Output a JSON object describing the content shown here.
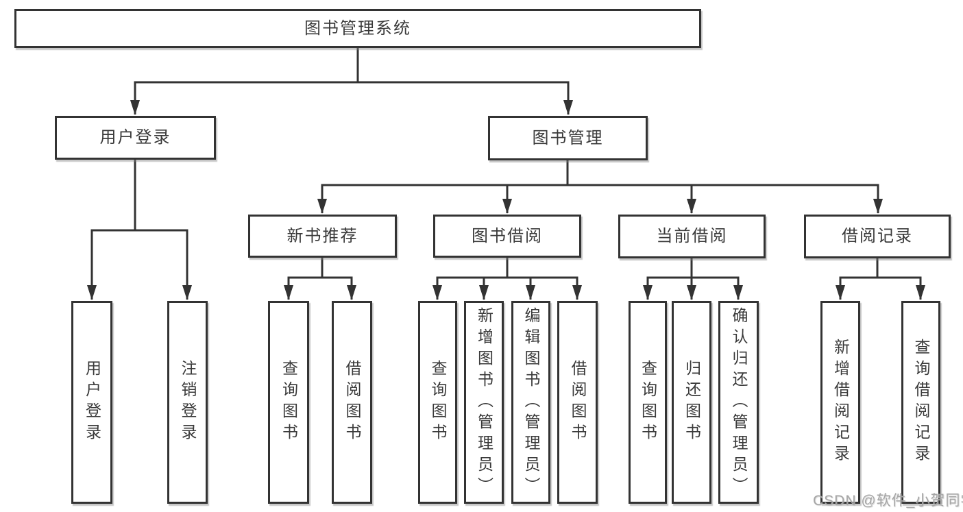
{
  "diagram": {
    "type": "hierarchy-tree",
    "root": {
      "label": "图书管理系统"
    },
    "level2": [
      {
        "label": "用户登录"
      },
      {
        "label": "图书管理"
      }
    ],
    "level3": [
      {
        "label": "新书推荐",
        "parent": "图书管理"
      },
      {
        "label": "图书借阅",
        "parent": "图书管理"
      },
      {
        "label": "当前借阅",
        "parent": "图书管理"
      },
      {
        "label": "借阅记录",
        "parent": "图书管理"
      }
    ],
    "leaves": [
      {
        "label": "用户登录",
        "parent": "用户登录"
      },
      {
        "label": "注销登录",
        "parent": "用户登录"
      },
      {
        "label": "查询图书",
        "parent": "新书推荐"
      },
      {
        "label": "借阅图书",
        "parent": "新书推荐"
      },
      {
        "label": "查询图书",
        "parent": "图书借阅"
      },
      {
        "label": "新增图书（管理员）",
        "parent": "图书借阅"
      },
      {
        "label": "编辑图书（管理员）",
        "parent": "图书借阅"
      },
      {
        "label": "借阅图书",
        "parent": "图书借阅"
      },
      {
        "label": "查询图书",
        "parent": "当前借阅"
      },
      {
        "label": "归还图书",
        "parent": "当前借阅"
      },
      {
        "label": "确认归还（管理员）",
        "parent": "当前借阅"
      },
      {
        "label": "新增借阅记录",
        "parent": "借阅记录"
      },
      {
        "label": "查询借阅记录",
        "parent": "借阅记录"
      }
    ]
  },
  "watermark": {
    "text": "CSDN @软件_小贺同学"
  },
  "colors": {
    "line": "#333333",
    "border": "#333333",
    "text": "#3a3a3a",
    "background": "#ffffff",
    "watermark": "#a6a6a6"
  }
}
